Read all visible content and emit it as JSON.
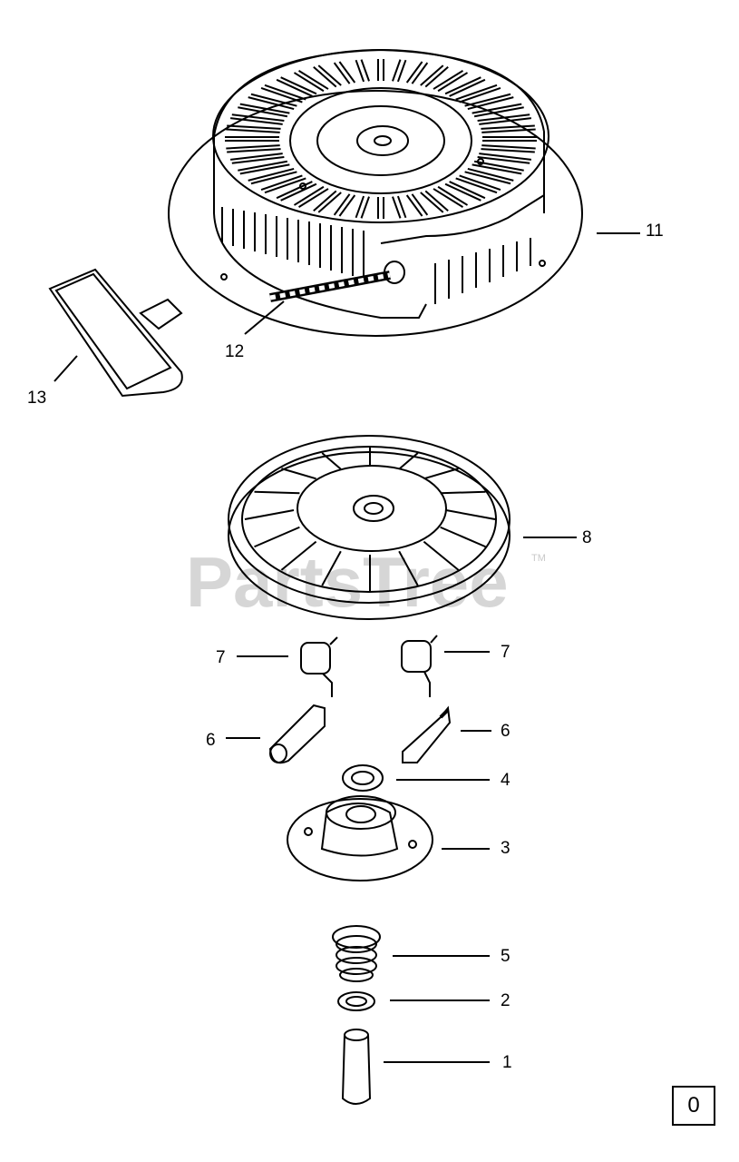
{
  "watermark": {
    "text": "PartsTree",
    "trademark": "TM"
  },
  "callouts": {
    "housing": "11",
    "rope": "12",
    "handle": "13",
    "pulley": "8",
    "spring_left": "7",
    "spring_right": "7",
    "pawl_left": "6",
    "pawl_right": "6",
    "washer": "4",
    "retainer": "3",
    "compression_spring": "5",
    "small_washer": "2",
    "pin": "1"
  },
  "page_box": {
    "label": "0"
  }
}
